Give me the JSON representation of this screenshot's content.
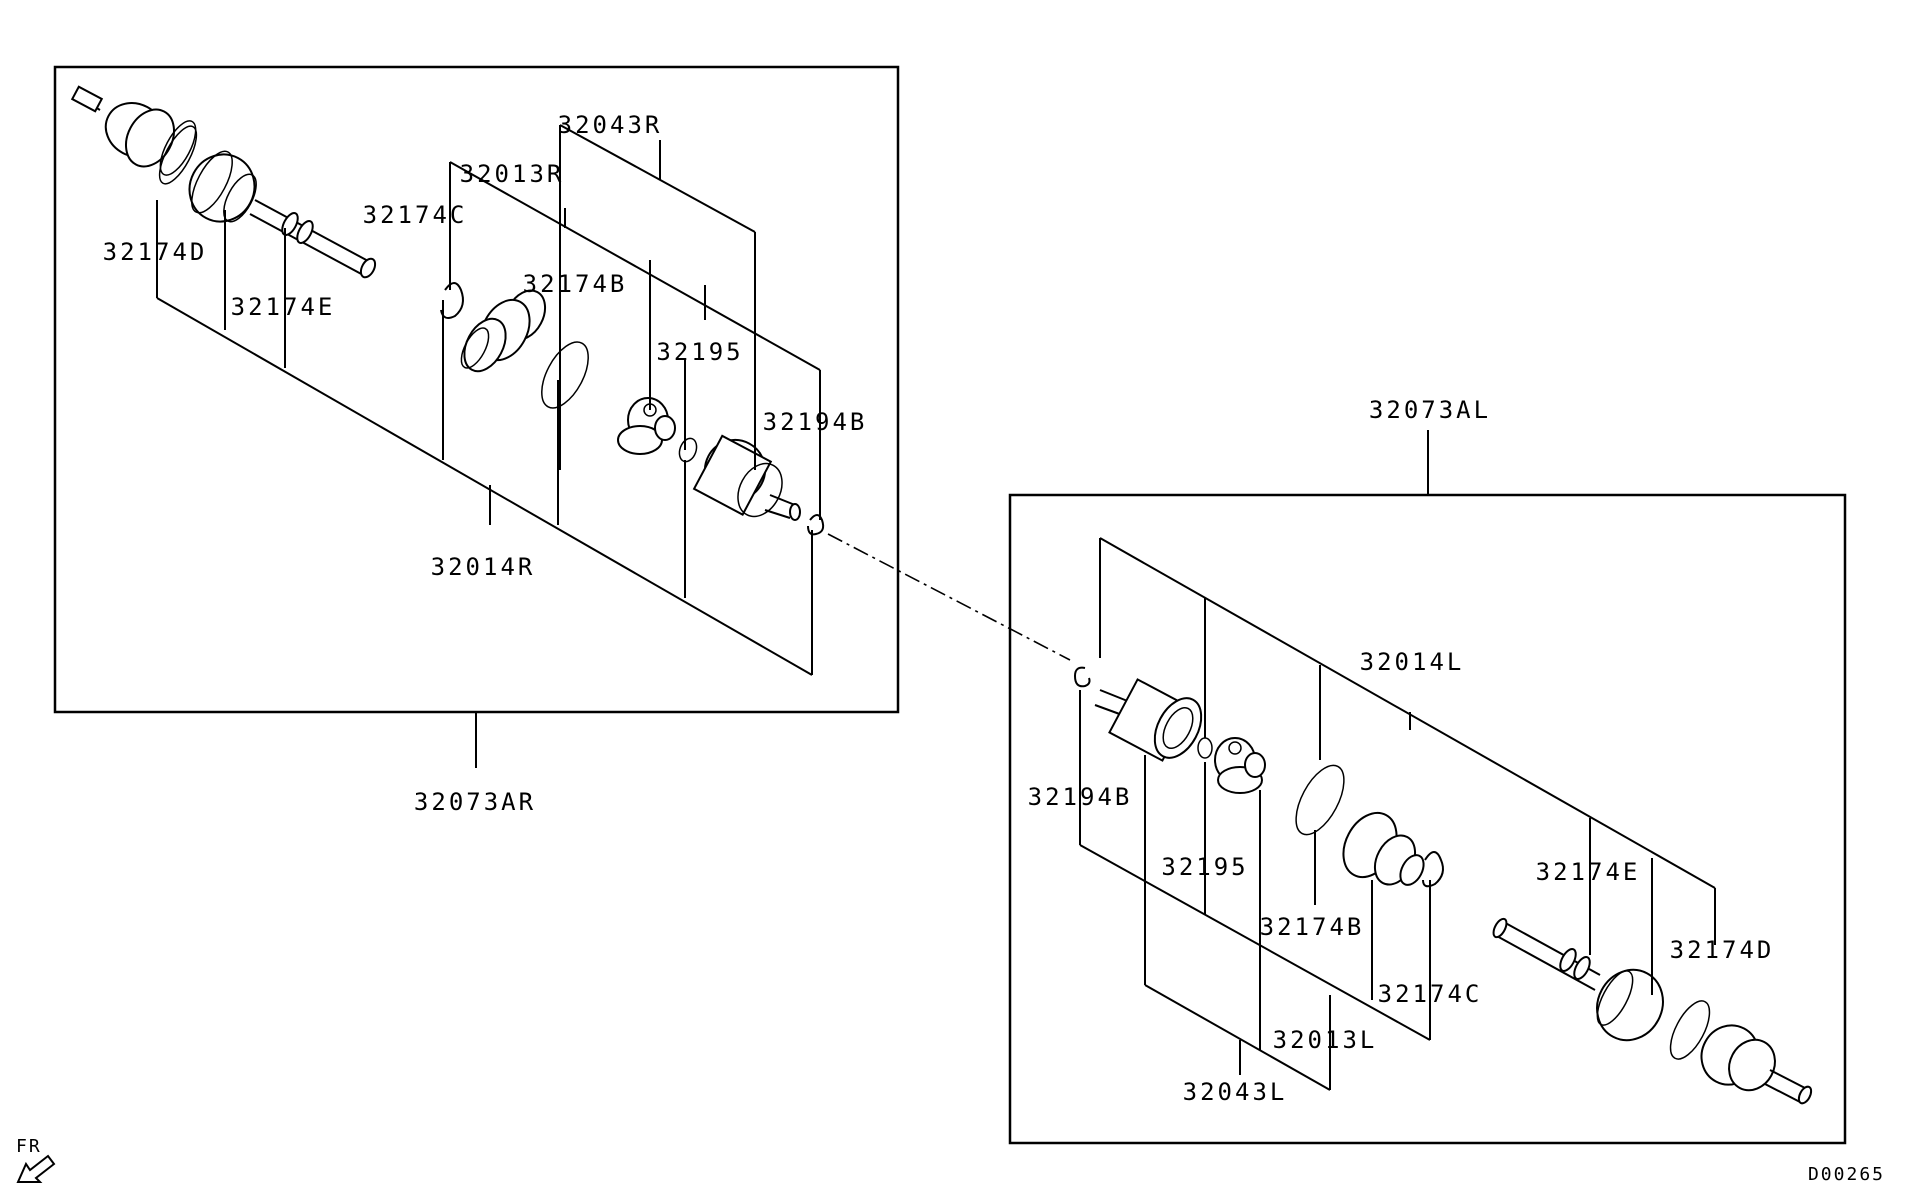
{
  "labels": {
    "r_32043": "32043R",
    "r_32013": "32013R",
    "r_32174c": "32174C",
    "r_32174d": "32174D",
    "r_32174b": "32174B",
    "r_32174e": "32174E",
    "r_32195": "32195",
    "r_32194b": "32194B",
    "r_32014": "32014R",
    "r_assembly": "32073AR",
    "l_assembly": "32073AL",
    "l_32014": "32014L",
    "l_32194b": "32194B",
    "l_32195": "32195",
    "l_32174e": "32174E",
    "l_32174d": "32174D",
    "l_32174b": "32174B",
    "l_32174c": "32174C",
    "l_32013": "32013L",
    "l_32043": "32043L"
  },
  "direction": {
    "text": "FR",
    "icon": "front-arrow-icon"
  },
  "diagram_code": "D00265"
}
